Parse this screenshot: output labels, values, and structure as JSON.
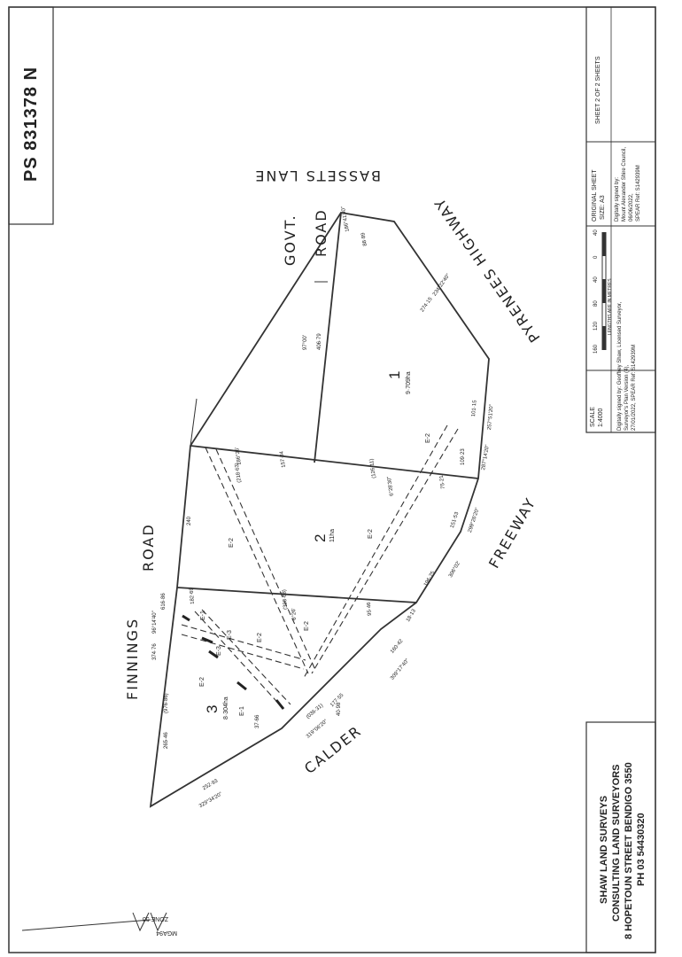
{
  "plan_number": "PS 831378 N",
  "sheet": "SHEET 2 OF 2 SHEETS",
  "original_sheet": "ORIGINAL SHEET",
  "sheet_size": "SIZE: A3",
  "council_sign": [
    "Digitally signed by:",
    "Mount Alexander Shire Council,",
    "06/06/2022,",
    "SPEAR Ref: S142939M"
  ],
  "scale_label": "SCALE",
  "scale_value": "1:4000",
  "scale_ticks": [
    "40",
    "0",
    "40",
    "80",
    "120",
    "160"
  ],
  "scale_caption": "LENGTHS ARE IN METRES",
  "surveyor_sign": [
    "Digitally signed by: Geoffrey Shaw, Licensed Surveyor,",
    "Surveyor's Plan Version (4),",
    "27/01/2022, SPEAR Ref: S142939M"
  ],
  "firm": [
    "SHAW LAND SURVEYS",
    "CONSULTING LAND SURVEYORS",
    "8 HOPETOUN STREET BENDIGO 3550",
    "PH 03 54430320"
  ],
  "north": {
    "datum": "MGA94",
    "zone": "ZONE 55"
  },
  "roads": {
    "bassets": "BASSETS LANE",
    "govt1": "GOVT.",
    "govt2": "ROAD",
    "pyrenees": "PYRENEES HIGHWAY",
    "freeway": "FREEWAY",
    "calder": "CALDER",
    "finnings": "FINNINGS",
    "road": "ROAD"
  },
  "lots": [
    {
      "number": "1",
      "area": "9·709ha"
    },
    {
      "number": "2",
      "area": "11ha"
    },
    {
      "number": "3",
      "area": "8·304ha"
    }
  ],
  "easements": [
    "E-1",
    "E-2",
    "E-3"
  ],
  "dimensions": {
    "d_88_89": "88·89",
    "b_186_41_40": "186°41'40\"",
    "d_274_15": "274·15",
    "b_234_22_40": "234°22'40\"",
    "d_101_15": "101·15",
    "b_257_51_20": "257°51'20\"",
    "d_109_23": "109·23",
    "b_287_14_20": "287°14'20\"",
    "d_151_53": "151·53",
    "b_299_26_20": "299°26'20\"",
    "d_196_75": "196·75",
    "b_306_02": "306°02'",
    "d_160_42": "160·42",
    "d_18_13": "18·13",
    "b_309_17_40": "309°17'40\"",
    "d_177_55": "177·55",
    "d_40_98": "40·98",
    "d_036_31": "(036·31)",
    "b_319_06_20": "319°06'20\"",
    "d_252_93": "252·93",
    "b_329_34_20": "329°34'20\"",
    "d_265_46": "265·46",
    "d_976_86": "(976·86)",
    "d_374_76": "374·76",
    "b_96_14_40": "96°14'40\"",
    "d_616_86": "616·86",
    "d_240": "240",
    "d_157_84": "157·84",
    "b_186_26": "186°26'",
    "d_406_79": "406·79",
    "b_97_00": "97°00'",
    "d_218_63": "(218·63)",
    "d_126_11": "(126·11)",
    "b_6_28_30": "6°28'30\"",
    "d_75_21": "75·21",
    "d_182_69": "182·69",
    "d_393_68": "(393·68)",
    "b_6_26": "6°26'",
    "d_95_46": "95·46",
    "d_37_66": "37·66"
  }
}
